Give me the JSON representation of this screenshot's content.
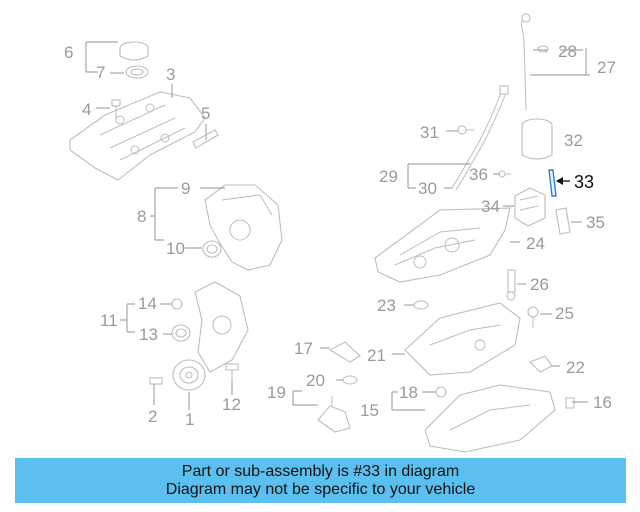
{
  "callouts": [
    "1",
    "2",
    "3",
    "4",
    "5",
    "6",
    "7",
    "8",
    "9",
    "10",
    "11",
    "12",
    "13",
    "14",
    "15",
    "16",
    "17",
    "18",
    "19",
    "20",
    "21",
    "22",
    "23",
    "24",
    "25",
    "26",
    "27",
    "28",
    "29",
    "30",
    "31",
    "32",
    "34",
    "35",
    "36"
  ],
  "highlighted_callout": "33",
  "colors": {
    "banner_bg": "#5bc0f0",
    "part_line": "#bdbdbd",
    "callout_text": "#9a9a9a",
    "highlight": "#3a7fb5"
  },
  "banner": {
    "line1": "Part or sub-assembly is #33 in diagram",
    "line2": "Diagram may not be specific to your vehicle"
  }
}
